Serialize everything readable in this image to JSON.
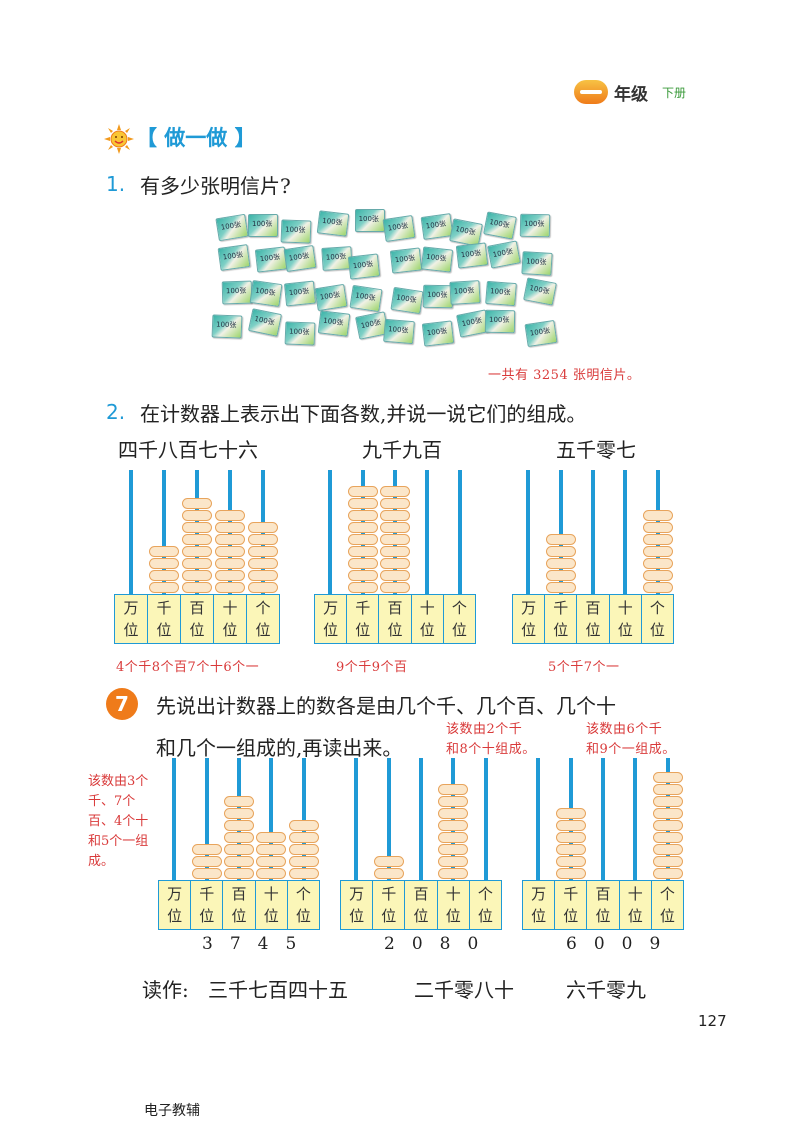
{
  "header": {
    "grade": "年级",
    "volume": "下册"
  },
  "section": {
    "title": "【 做一做 】"
  },
  "q1": {
    "num": "1.",
    "text": "有多少张明信片?",
    "card_label": "100张",
    "card_count": 40,
    "answer_note": "一共有 3254 张明信片。"
  },
  "q2": {
    "num": "2.",
    "text": "在计数器上表示出下面各数,并说一说它们的组成。",
    "abaci": [
      {
        "caption": "四千八百七十六",
        "beads": [
          0,
          4,
          8,
          7,
          6
        ],
        "note": "4个千8个百7个十6个一"
      },
      {
        "caption": "九千九百",
        "beads": [
          0,
          9,
          9,
          0,
          0
        ],
        "note": "9个千9个百"
      },
      {
        "caption": "五千零七",
        "beads": [
          0,
          5,
          0,
          0,
          7
        ],
        "note": "5个千7个一"
      }
    ]
  },
  "places": [
    {
      "top": "万",
      "bottom": "位"
    },
    {
      "top": "千",
      "bottom": "位"
    },
    {
      "top": "百",
      "bottom": "位"
    },
    {
      "top": "十",
      "bottom": "位"
    },
    {
      "top": "个",
      "bottom": "位"
    }
  ],
  "ex7": {
    "num": "7",
    "line1": "先说出计数器上的数各是由几个千、几个百、几个十",
    "line2": "和几个一组成的,再读出来。",
    "side_note": "该数由3个千、7个百、4个十和5个一组成。",
    "note_b": [
      "该数由2个千",
      "和8个十组成。"
    ],
    "note_c": [
      "该数由6个千",
      "和9个一组成。"
    ],
    "abaci": [
      {
        "beads": [
          0,
          3,
          7,
          4,
          5
        ],
        "digits": "3745"
      },
      {
        "beads": [
          0,
          2,
          0,
          8,
          0
        ],
        "digits": "2080"
      },
      {
        "beads": [
          0,
          6,
          0,
          0,
          9
        ],
        "digits": "6009"
      }
    ],
    "readings_label": "读作:",
    "readings": [
      "三千七百四十五",
      "二千零八十",
      "六千零九"
    ]
  },
  "page_number": "127",
  "footer": "电子教辅"
}
